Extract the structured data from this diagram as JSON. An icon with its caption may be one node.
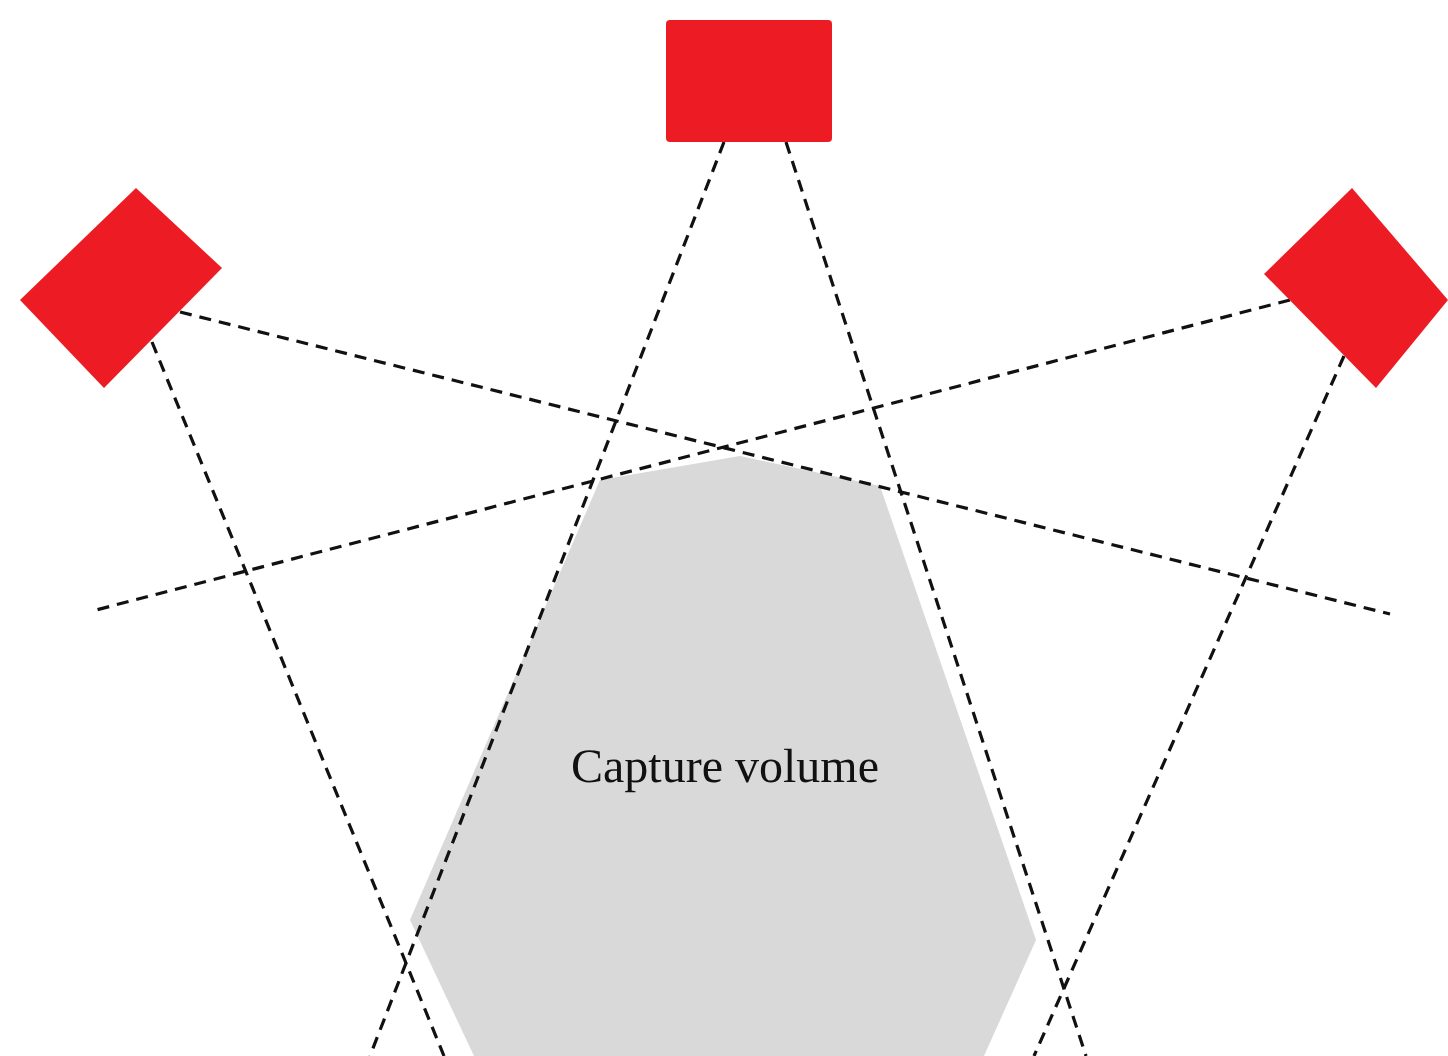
{
  "diagram": {
    "nodes": [
      {
        "text": [],
        "shape": "box"
      },
      {
        "text": [],
        "shape": "diamond"
      },
      {
        "text": [],
        "shape": "diamond"
      },
      {
        "text": [
          "Capture volume"
        ]
      }
    ],
    "edges": [
      {
        "from": 0,
        "to": null,
        "arrow": "none",
        "style": "dashed"
      },
      {
        "from": 0,
        "to": null,
        "arrow": "none",
        "style": "dashed"
      },
      {
        "from": 1,
        "to": null,
        "arrow": "none",
        "style": "dashed"
      },
      {
        "from": 1,
        "to": null,
        "arrow": "none",
        "style": "dashed"
      },
      {
        "from": 2,
        "to": null,
        "arrow": "none",
        "style": "dashed"
      },
      {
        "from": 2,
        "to": null,
        "arrow": "none",
        "style": "dashed"
      }
    ]
  }
}
